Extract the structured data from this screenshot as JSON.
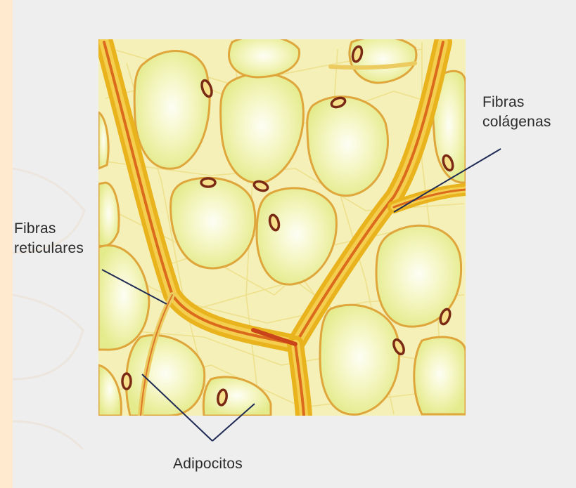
{
  "labels": {
    "collagen_line1": "Fibras",
    "collagen_line2": "colágenas",
    "reticular_line1": "Fibras",
    "reticular_line2": "reticulares",
    "adipocytes": "Adipocitos"
  },
  "colors": {
    "page_background": "#ffe9cf",
    "frame_background": "#eeeeee",
    "cell_fill": "#f3f5b4",
    "cell_center": "#fcfdf0",
    "cell_border": "#e0a43a",
    "collagen_fiber": "#e9b21c",
    "collagen_core": "#d8601a",
    "reticular_fiber": "#f0e48e",
    "nucleus": "#7a2a14",
    "leader_line": "#1f2a55"
  }
}
